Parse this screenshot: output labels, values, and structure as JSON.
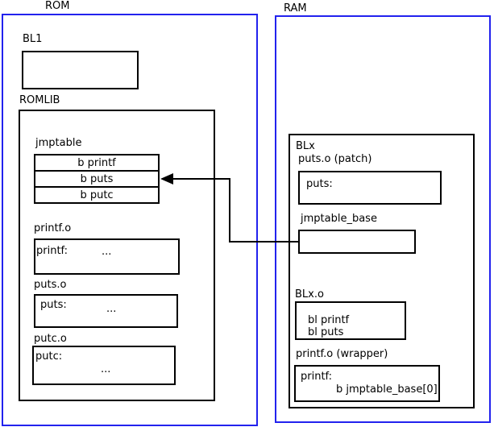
{
  "colors": {
    "frame_blue": "#2222ee",
    "line_black": "#000000",
    "background": "#ffffff"
  },
  "rom": {
    "label": "ROM",
    "bl1": {
      "label": "BL1"
    },
    "romlib": {
      "label": "ROMLIB",
      "jmptable": {
        "label": "jmptable",
        "rows": [
          "b printf",
          "b puts",
          "b putc"
        ]
      },
      "objects": [
        {
          "label": "printf.o",
          "symbol": "printf:",
          "body": "..."
        },
        {
          "label": "puts.o",
          "symbol": "puts:",
          "body": "..."
        },
        {
          "label": "putc.o",
          "symbol": "putc:",
          "body": "..."
        }
      ]
    }
  },
  "ram": {
    "label": "RAM",
    "blx": {
      "label": "BLx",
      "puts_patch": {
        "label": "puts.o (patch)",
        "symbol": "puts:"
      },
      "jmptable_base": {
        "label": "jmptable_base"
      },
      "blx_o": {
        "label": "BLx.o",
        "lines": [
          "bl printf",
          "bl puts"
        ]
      },
      "printf_wrapper": {
        "label": "printf.o (wrapper)",
        "symbol": "printf:",
        "body": "b jmptable_base[0]"
      }
    }
  },
  "arrow": {
    "meaning": "jmptable_base entry branches to 'b puts' slot in ROM jmptable"
  }
}
